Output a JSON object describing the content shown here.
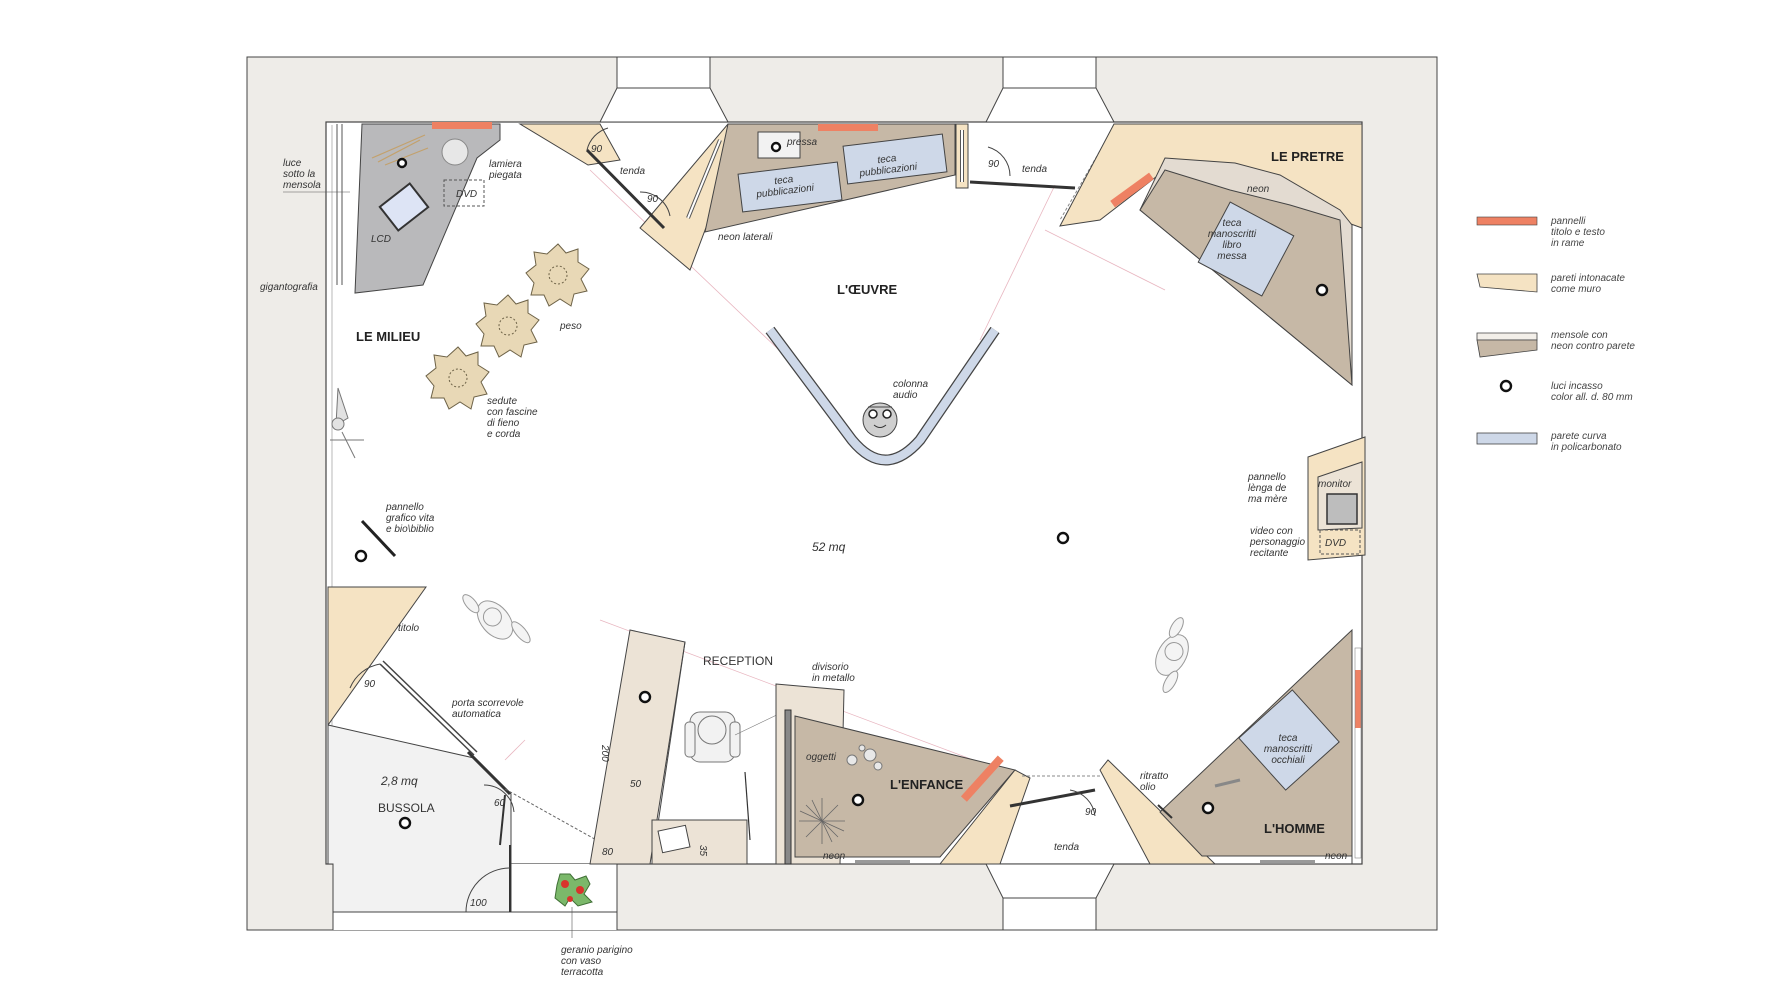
{
  "colors": {
    "outer_wall": "#eeece8",
    "floor": "#ffffff",
    "plaster": "#f5e3c3",
    "shelf": "#c6b8a6",
    "shelf_light": "#e3dbd1",
    "copper": "#ee8163",
    "polycarbonate": "#ced8e8",
    "bussola": "#f2f2f2",
    "reception": "#ece3d6",
    "line": "#444444",
    "guide": "#e8b6c0"
  },
  "zones": {
    "milieu": "LE MILIEU",
    "oeuvre": "L'ŒUVRE",
    "pretre": "LE PRETRE",
    "enfance": "L'ENFANCE",
    "homme": "L'HOMME",
    "reception": "RECEPTION",
    "bussola": "BUSSOLA"
  },
  "areas": {
    "main": "52 mq",
    "bussola": "2,8 mq"
  },
  "dimensions": {
    "d90a": "90",
    "d90b": "90",
    "d90c": "90",
    "d90d": "90",
    "d90e": "90",
    "d60": "60",
    "d100": "100",
    "d200": "200",
    "d50": "50",
    "d80": "80",
    "d35": "35"
  },
  "labels": {
    "luce": [
      "luce",
      "sotto la",
      "mensola"
    ],
    "gigantografia": "gigantografia",
    "lamiera": [
      "lamiera",
      "piegata"
    ],
    "dvd1": "DVD",
    "lcd": "LCD",
    "tenda1": "tenda",
    "tenda2": "tenda",
    "tenda3": "tenda",
    "pressa": "pressa",
    "teca_pub1": [
      "teca",
      "pubblicazioni"
    ],
    "teca_pub2": [
      "teca",
      "pubblicazioni"
    ],
    "neon_laterali": "neon laterali",
    "neon1": "neon",
    "neon2": "neon",
    "neon3": "neon",
    "teca_libro": [
      "teca",
      "manoscritti",
      "libro",
      "messa"
    ],
    "peso": "peso",
    "sedute": [
      "sedute",
      "con fascine",
      "di fieno",
      "e corda"
    ],
    "colonna": [
      "colonna",
      "audio"
    ],
    "pannello_lenga": [
      "pannello",
      "lènga de",
      "ma mère"
    ],
    "monitor": "monitor",
    "dvd2": "DVD",
    "video": [
      "video con",
      "personaggio",
      "recitante"
    ],
    "pannello_grafico": [
      "pannello",
      "grafico vita",
      "e bio\\biblio"
    ],
    "titolo": "titolo",
    "porta": [
      "porta scorrevole",
      "automatica"
    ],
    "divisorio": [
      "divisorio",
      "in metallo"
    ],
    "oggetti": "oggetti",
    "ritratto": [
      "ritratto",
      "olio"
    ],
    "teca_occhiali": [
      "teca",
      "manoscritti",
      "occhiali"
    ],
    "geranio": [
      "geranio parigino",
      "con vaso",
      "terracotta"
    ]
  },
  "legend": [
    {
      "lines": [
        "pannelli",
        "titolo e testo",
        "in rame"
      ],
      "swatch": "copper"
    },
    {
      "lines": [
        "pareti intonacate",
        "come muro"
      ],
      "swatch": "plaster"
    },
    {
      "lines": [
        "mensole con",
        "neon contro parete"
      ],
      "swatch": "shelf"
    },
    {
      "lines": [
        "luci incasso",
        "color all. d. 80 mm"
      ],
      "swatch": "light"
    },
    {
      "lines": [
        "parete curva",
        "in policarbonato"
      ],
      "swatch": "polycarbonate"
    }
  ]
}
